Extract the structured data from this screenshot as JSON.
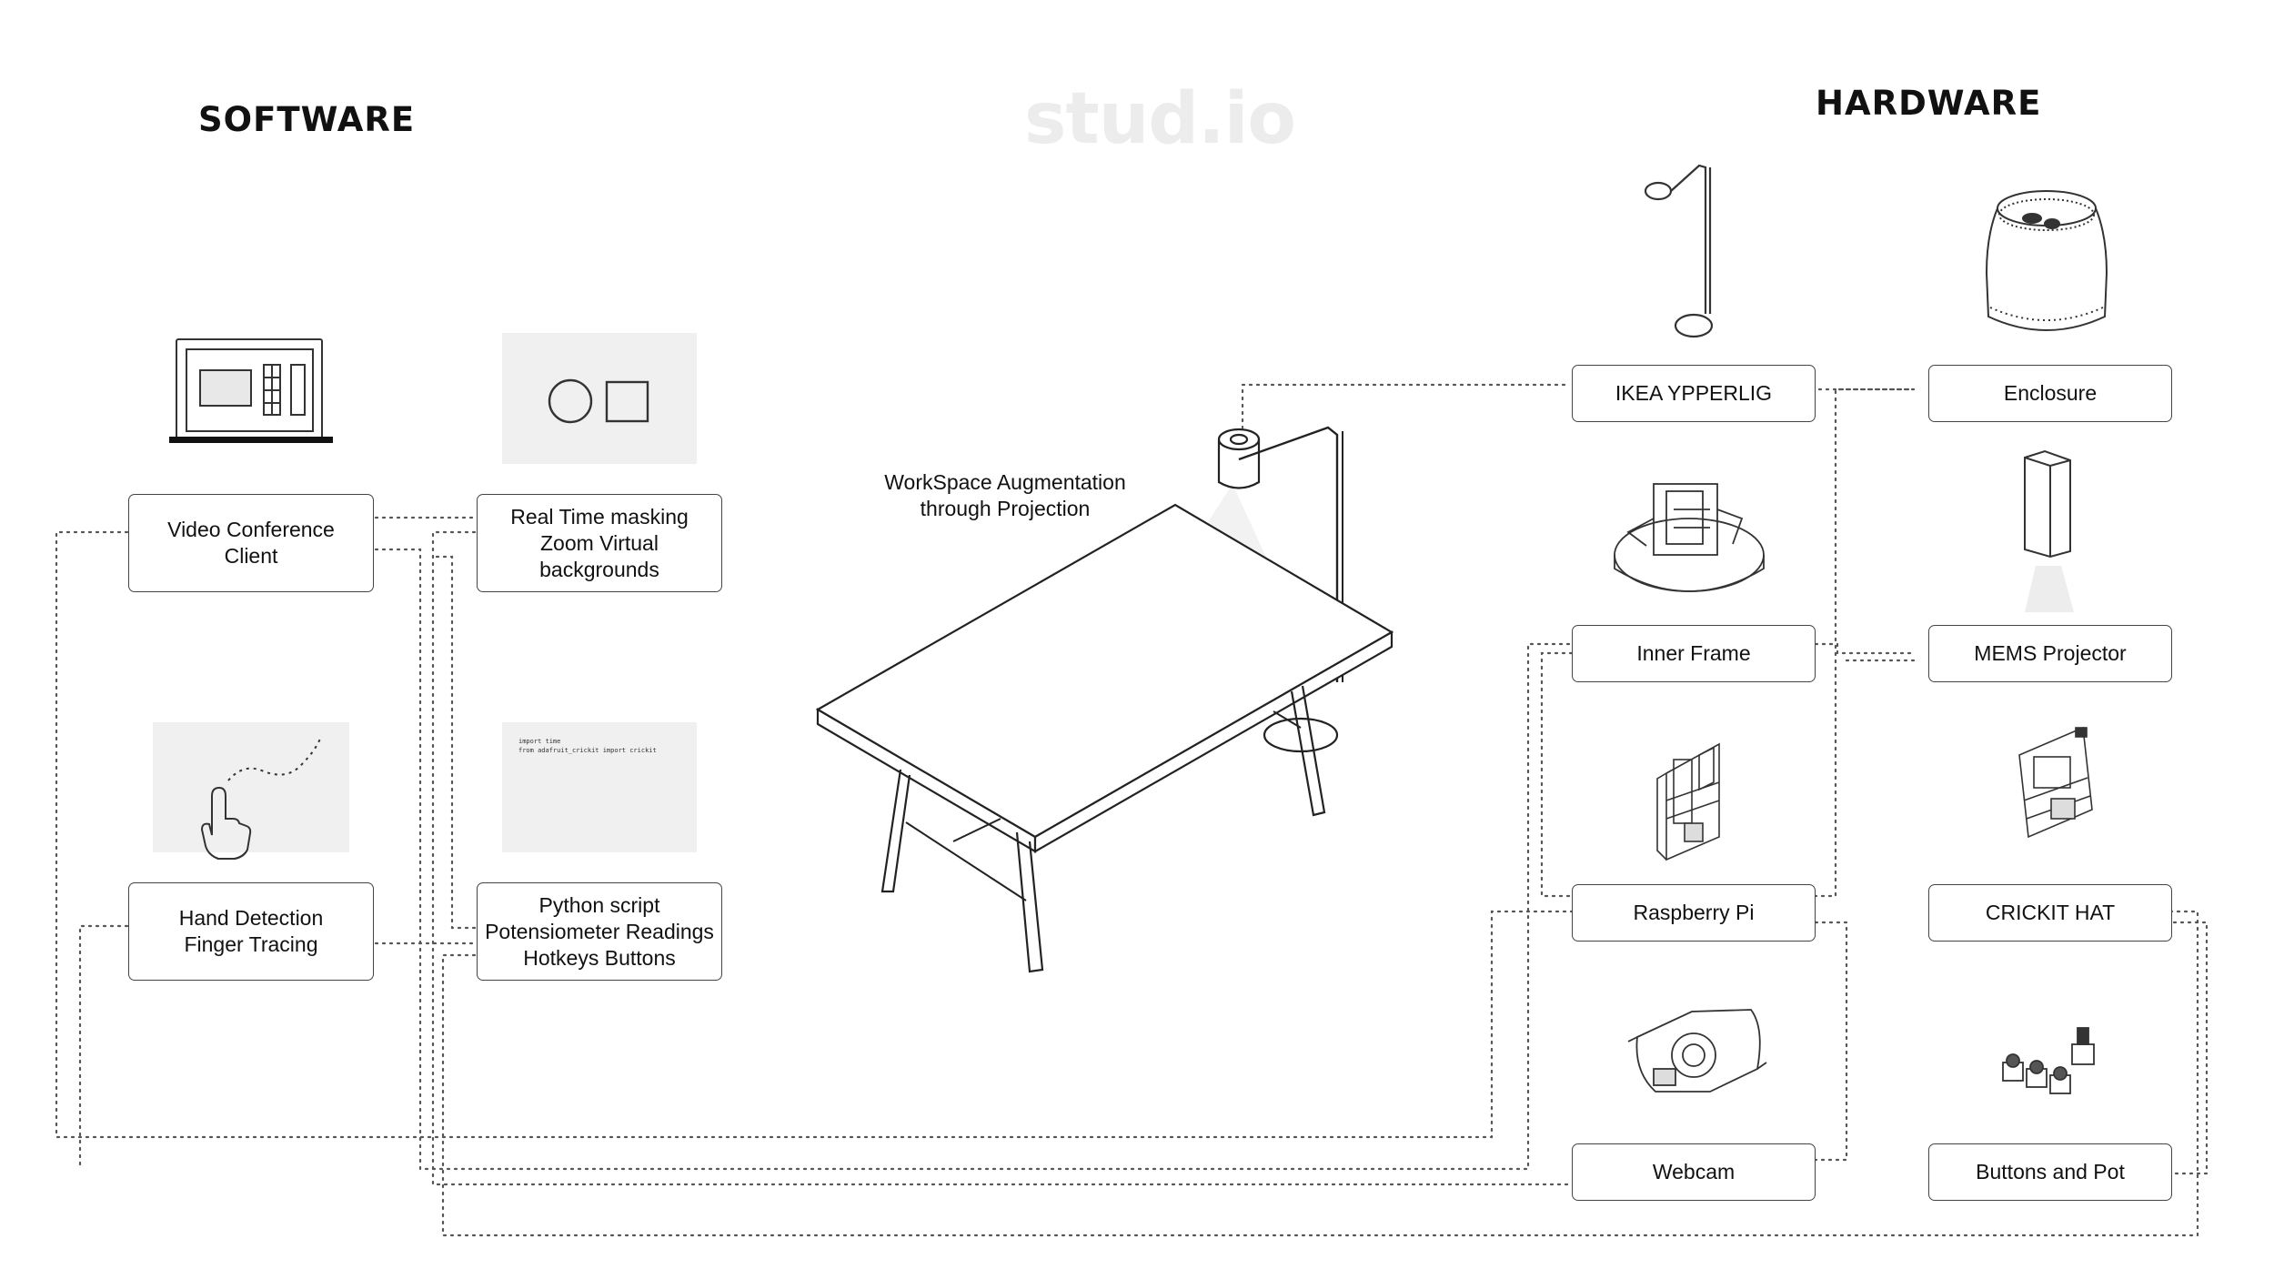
{
  "headings": {
    "software": "SOFTWARE",
    "hardware": "HARDWARE",
    "brand": "stud.io"
  },
  "center": {
    "caption": "WorkSpace Augmentation\nthrough Projection"
  },
  "software": {
    "video_conference": "Video Conference\nClient",
    "realtime_masking": "Real Time masking\nZoom Virtual\nbackgrounds",
    "hand_detection": "Hand Detection\nFinger Tracing",
    "python_script": "Python script\nPotensiometer Readings\nHotkeys Buttons",
    "code_snippet": "import time\nfrom adafruit_crickit import crickit"
  },
  "hardware": {
    "ikea": "IKEA YPPERLIG",
    "enclosure": "Enclosure",
    "inner_frame": "Inner Frame",
    "mems_projector": "MEMS Projector",
    "raspberry_pi": "Raspberry Pi",
    "crickit_hat": "CRICKIT HAT",
    "webcam": "Webcam",
    "buttons_pot": "Buttons and Pot"
  },
  "colors": {
    "line": "#444444",
    "panel": "#f0f0f0",
    "brand": "#ececec",
    "projection": "#f2f2f2"
  }
}
